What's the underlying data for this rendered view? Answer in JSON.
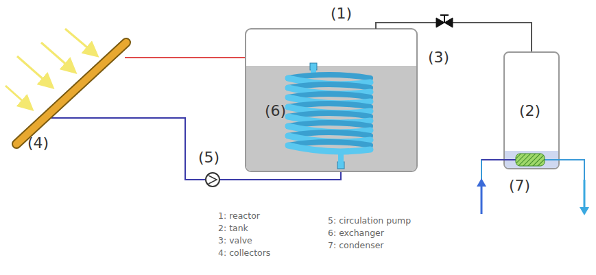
{
  "diagram": {
    "labels": [
      "(1)",
      "(3)",
      "(6)",
      "(2)",
      "(4)",
      "(5)",
      "(7)",
      "1: reactor",
      "2: tank",
      "3: valve",
      "4: collectors",
      "5: circulation pump",
      "6: exchanger",
      "7: condenser"
    ]
  }
}
